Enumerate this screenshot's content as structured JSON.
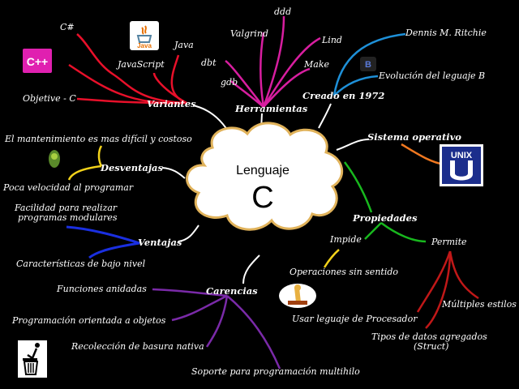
{
  "center": {
    "line1": "Lenguaje",
    "line2": "C"
  },
  "branches": {
    "variantes": {
      "label": "Variantes",
      "items": {
        "csharp": "C#",
        "java": "Java",
        "javascript": "JavaScript",
        "objc": "Objetive - C"
      }
    },
    "herramientas": {
      "label": "Herramientas",
      "items": {
        "ddd": "ddd",
        "valgrind": "Valgrind",
        "lind": "Lind",
        "dbt": "dbt",
        "make": "Make",
        "gdb": "gdb"
      }
    },
    "creado": {
      "label": "Creado en 1972",
      "items": {
        "ritchie": "Dennis  M. Ritchie",
        "evolucion": "Evolución del leguaje B"
      }
    },
    "sistema": {
      "label": "Sistema operativo"
    },
    "desventajas": {
      "label": "Desventajas",
      "items": {
        "mantenimiento": "El mantenimiento es mas difícil y costoso",
        "lenta": "Poca velocidad al programar"
      }
    },
    "ventajas": {
      "label": "Ventajas",
      "items": {
        "modulares_l1": "Facilidad para realizar",
        "modulares_l2": "programas modulares",
        "bajo_nivel": "Características de bajo nivel"
      }
    },
    "propiedades": {
      "label": "Propiedades",
      "items": {
        "impide": "Impide",
        "operaciones": "Operaciones sin sentido",
        "permite": "Permite",
        "multiples": "Múltiples estilos",
        "procesador": "Usar leguaje de Procesador",
        "tipos_l1": "Tipos de datos agregados",
        "tipos_l2": "(Struct)"
      }
    },
    "carencias": {
      "label": "Carencias",
      "items": {
        "anidadas": "Funciones anidadas",
        "poo": "Programación orientada a objetos",
        "basura": "Recolección de basura nativa",
        "multihilo": "Soporte para programación multihilo"
      }
    }
  },
  "icons": {
    "java_logo": "Java",
    "cpp_logo": "C++",
    "unix_logo": "UNIX",
    "b_logo": "B"
  },
  "colors": {
    "variantes": "#e8102a",
    "herramientas": "#d81ea0",
    "creado": "#1e90d8",
    "sistema": "#f07820",
    "desventajas": "#f2d21a",
    "ventajas": "#1a2fe0",
    "propiedades": "#18b81e",
    "carencias": "#7a2aa8",
    "center_fill": "#ffffff",
    "center_stroke": "#e0b25a"
  }
}
